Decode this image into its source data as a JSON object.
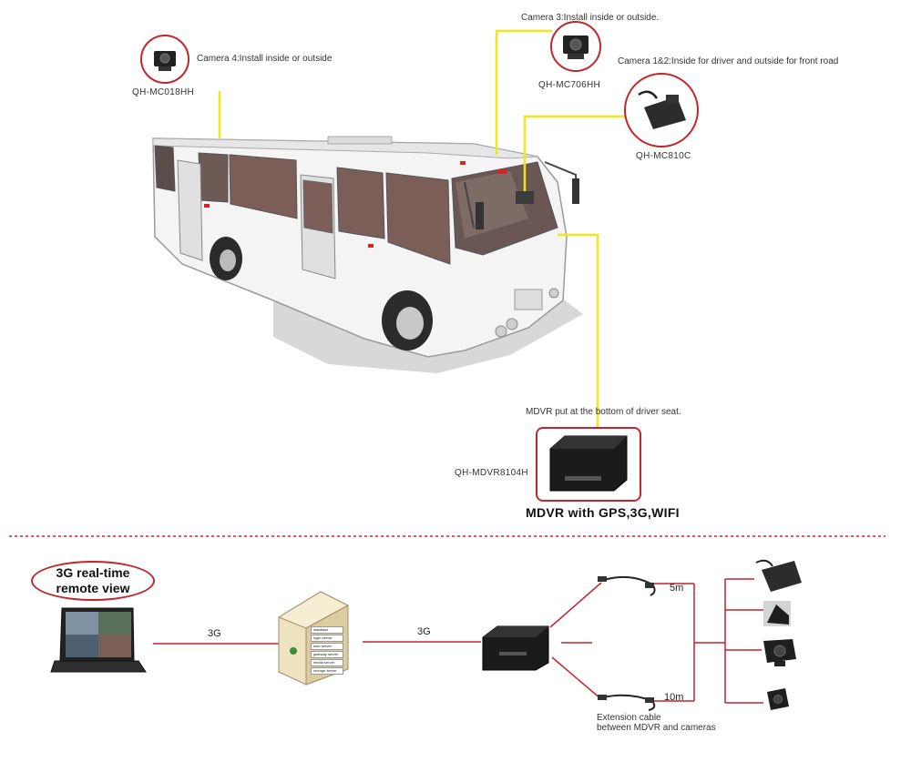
{
  "cameras": {
    "cam4": {
      "caption": "Camera 4:Install inside or outside",
      "model": "QH-MC018HH",
      "icon": "box-camera-icon"
    },
    "cam3": {
      "caption": "Camera 3:Install inside or outside.",
      "model": "QH-MC706HH",
      "icon": "box-camera-icon"
    },
    "cam12": {
      "caption": "Camera 1&2:Inside for driver and outside for front road",
      "model": "QH-MC810C",
      "icon": "clip-camera-icon"
    }
  },
  "mdvr": {
    "caption": "MDVR put at the bottom of driver seat.",
    "model": "QH-MDVR8104H",
    "title": "MDVR with GPS,3G,WIFI"
  },
  "remote": {
    "bubble_line1": "3G real-time",
    "bubble_line2": "remote view",
    "link1_label": "3G",
    "link2_label": "3G",
    "server_list": [
      "database",
      "login server",
      "user server",
      "gateway server",
      "media server",
      "storage server"
    ]
  },
  "cables": {
    "len_top": "5m",
    "len_bottom": "10m",
    "caption_line1": "Extension cable",
    "caption_line2": "between MDVR and cameras"
  },
  "colors": {
    "wire_yellow": "#f2e51b",
    "red_line": "#c0272d",
    "circle_red": "#c0272d"
  }
}
